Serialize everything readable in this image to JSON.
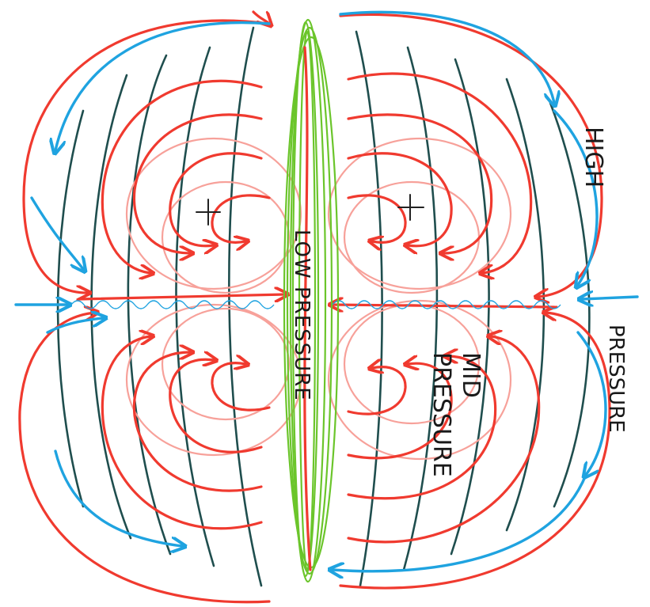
{
  "diagram": {
    "labels": {
      "low": "LOW PRESSURE",
      "mid_line1": "MID",
      "mid_line2": "PRESSURE",
      "high_top": "HIGH",
      "high_bottom": "PRESSURE"
    },
    "colors": {
      "flow_red": "#f03a2f",
      "flow_pink": "#f7a19a",
      "flow_blue": "#1fa3e0",
      "field_teal": "#1f4e4e",
      "axis_green": "#6bc52b"
    },
    "markers": [
      "plus-marker-left",
      "plus-marker-right"
    ]
  }
}
